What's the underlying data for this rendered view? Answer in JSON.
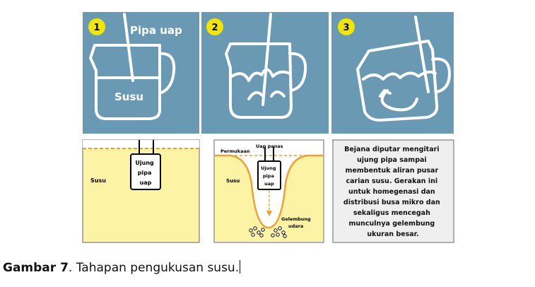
{
  "top_panels": [
    {
      "number": "1",
      "label_pipe": "Pipa uap",
      "label_milk": "Susu"
    },
    {
      "number": "2"
    },
    {
      "number": "3"
    }
  ],
  "bottom_panels": {
    "p1": {
      "milk": "Susu",
      "tip_lines": [
        "Ujung",
        "pipa",
        "uap"
      ]
    },
    "p2": {
      "surface": "Permukaan",
      "steam": "Uap panas",
      "milk": "Susu",
      "tip_lines": [
        "Ujung",
        "pipa",
        "uap"
      ],
      "bubbles_lines": [
        "Gelembung",
        "udara"
      ]
    },
    "p3": {
      "text_lines": [
        "Bejana diputar mengitari",
        "ujung pipa sampai",
        "membentuk aliran pusar",
        "carian susu. Gerakan ini",
        "untuk homegenasi dan",
        "distribusi busa mikro dan",
        "sekaligus mencegah",
        "munculnya gelembung",
        "ukuran besar."
      ]
    }
  },
  "caption": {
    "label": "Gambar 7",
    "text": ". Tahapan pengukusan susu."
  },
  "colors": {
    "panel_blue": "#6a9ab3",
    "badge_yellow": "#f2e600",
    "milk_yellow": "#fdf3a4",
    "orange": "#f0a030",
    "line_white": "#ffffff"
  }
}
